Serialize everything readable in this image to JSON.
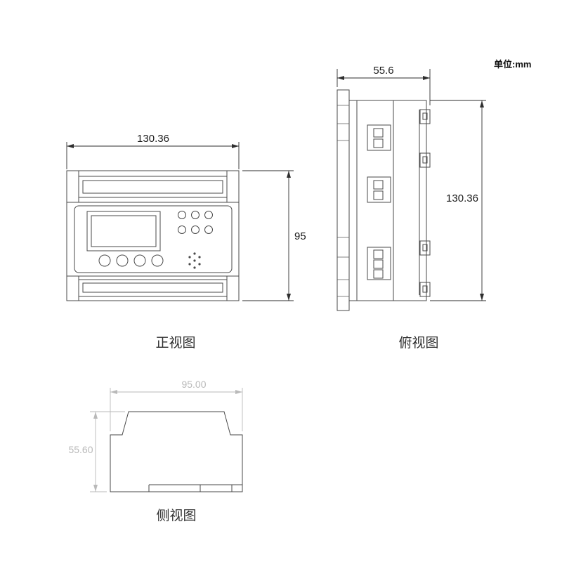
{
  "drawing": {
    "unit_label": "单位:mm",
    "colors": {
      "outline": "#4a4a4a",
      "dimension_line": "#2e2e2e",
      "dimension_text": "#1b1b1b",
      "muted_dimension": "#b9b9b9",
      "background": "#ffffff"
    },
    "views": {
      "front": {
        "label": "正视图",
        "width_dim": "130.36",
        "height_dim": "95"
      },
      "top": {
        "label": "俯视图",
        "width_dim": "55.6",
        "height_dim": "130.36"
      },
      "side": {
        "label": "侧视图",
        "width_dim": "95.00",
        "height_dim": "55.60"
      }
    }
  }
}
